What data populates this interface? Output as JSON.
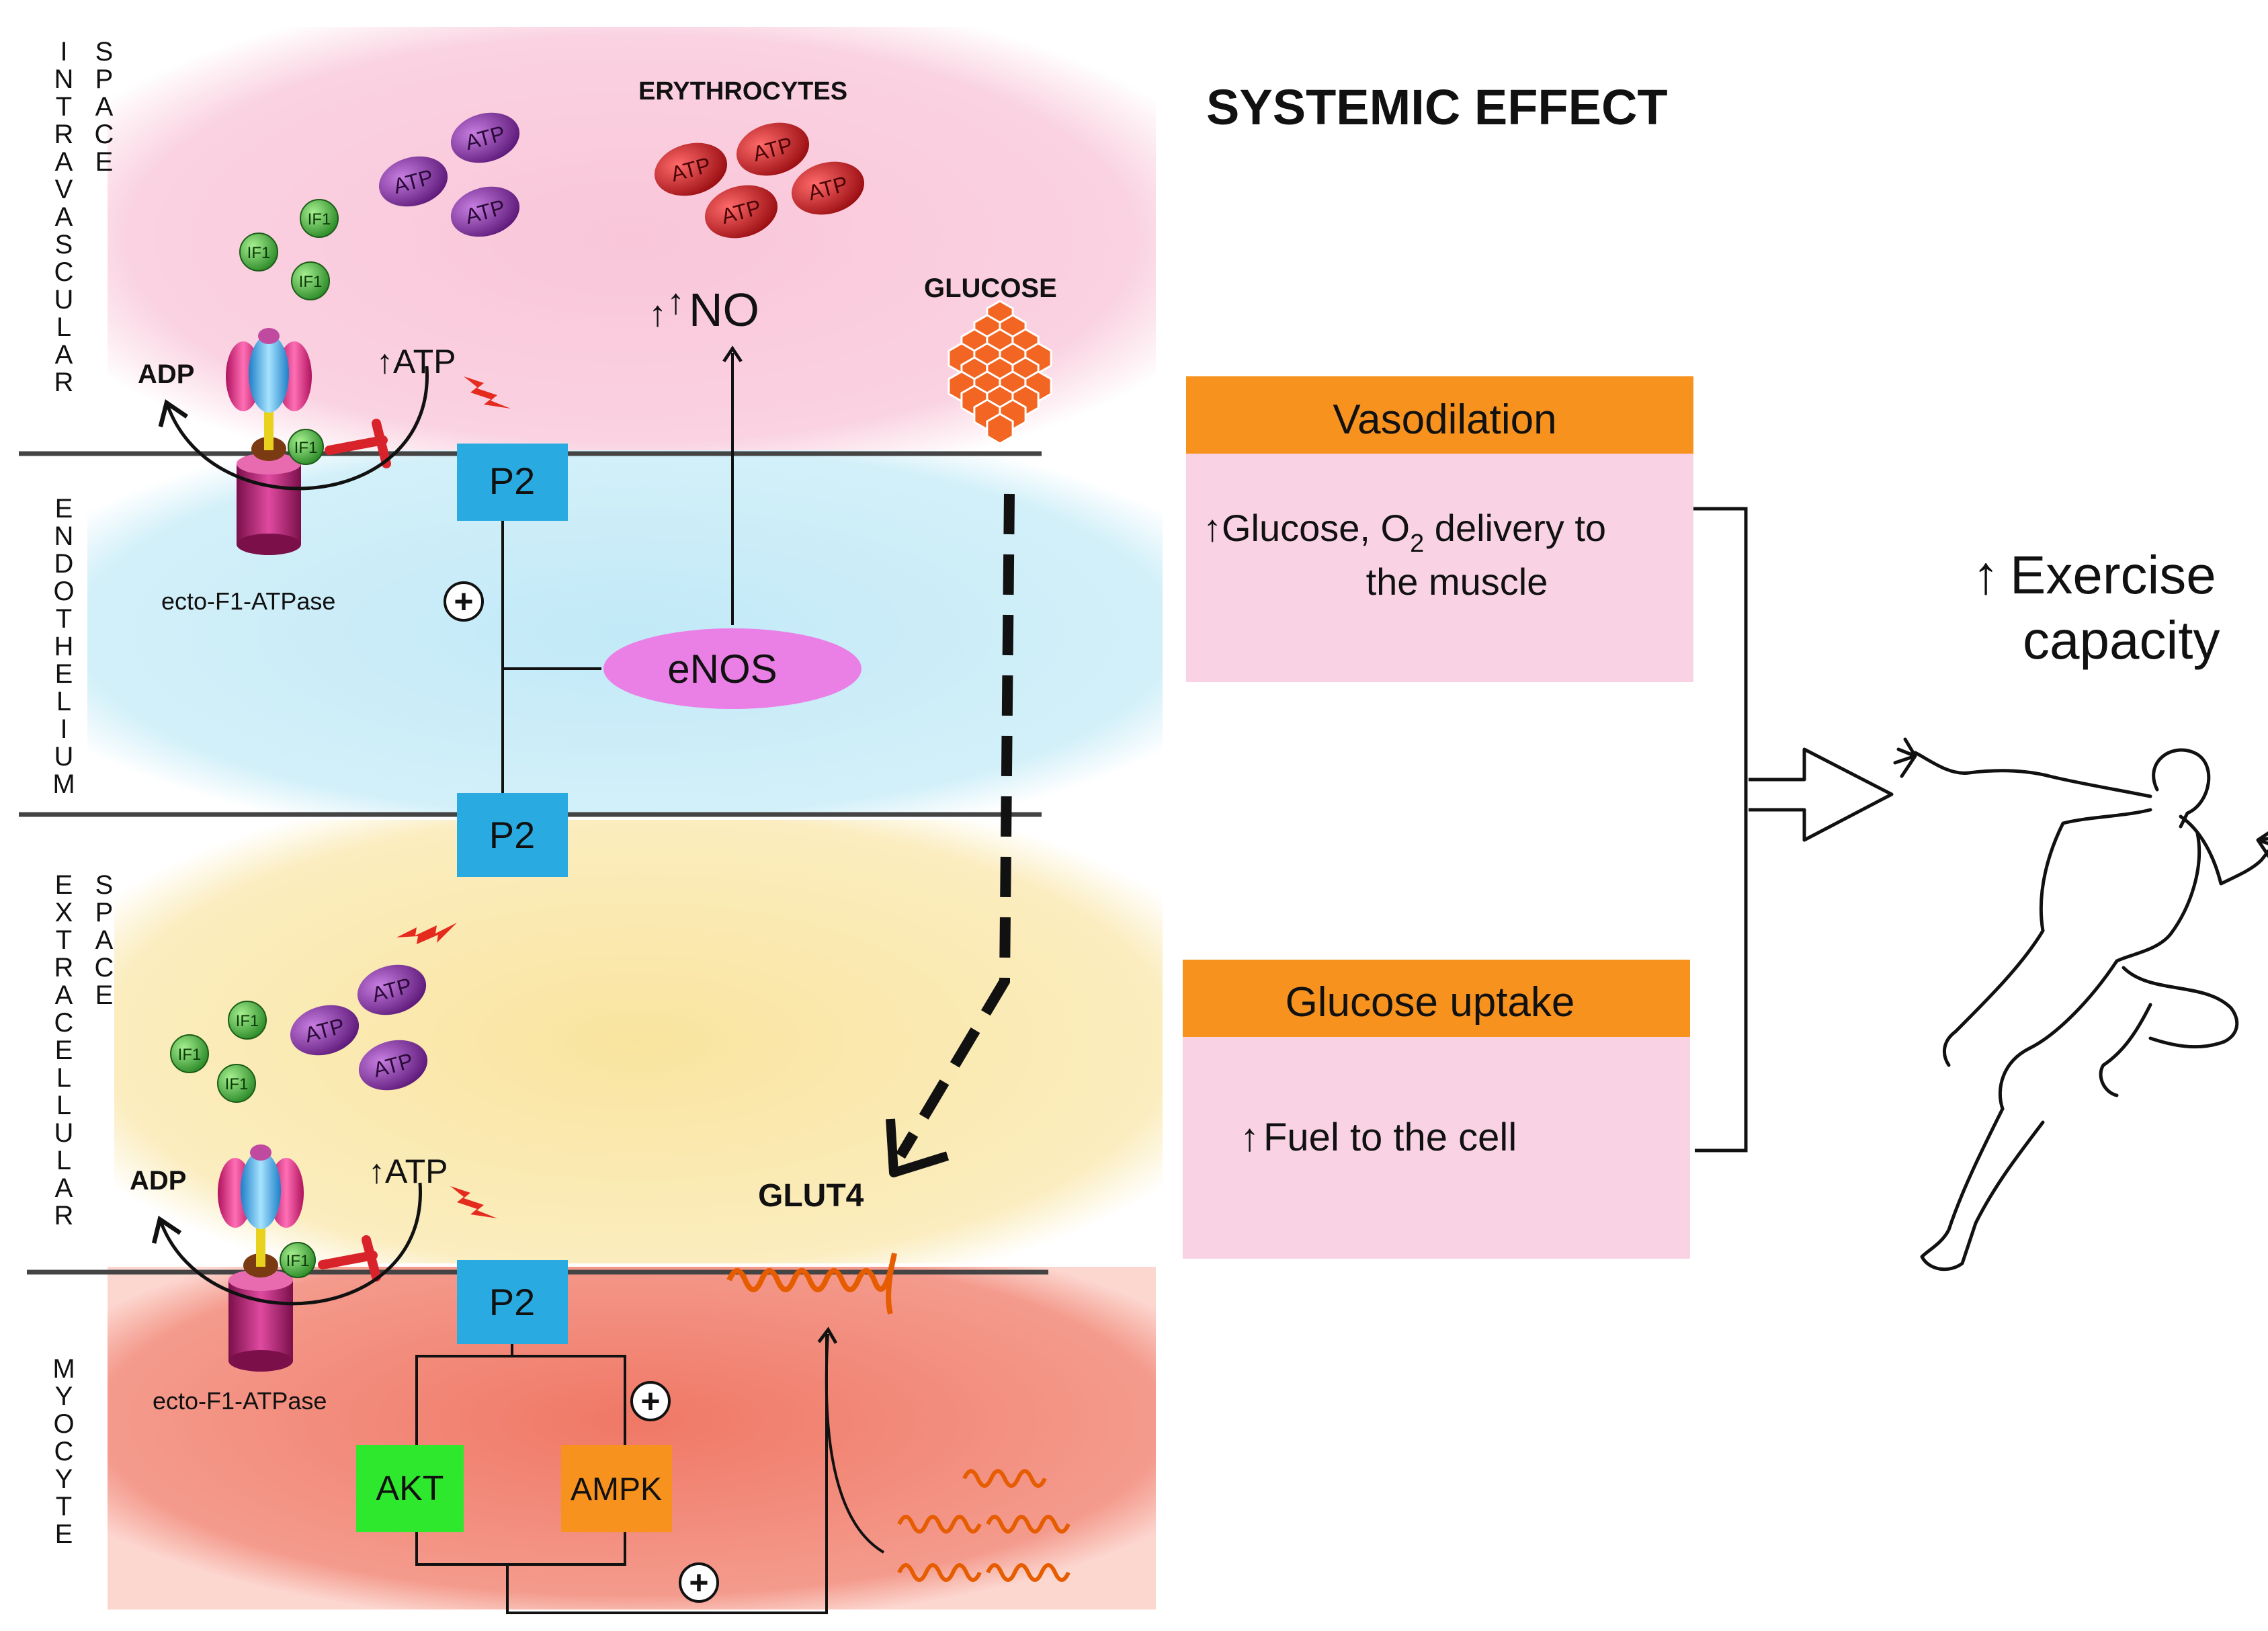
{
  "title": "SYSTEMIC EFFECT",
  "regions": {
    "intravascular": "INTRAVASCULAR SPACE",
    "endothelium": "ENDOTHELIUM",
    "extracellular": "EXTRACELLULAR SPACE",
    "myocyte": "MYOCYTE"
  },
  "labels": {
    "erythrocytes": "ERYTHROCYTES",
    "glucose": "GLUCOSE",
    "no": "NO",
    "adp": "ADP",
    "atp_up": "ATP",
    "atp_token": "ATP",
    "if1_token": "IF1",
    "ecto_f1": "ecto-F1-ATPase",
    "p2": "P2",
    "enos": "eNOS",
    "glut4": "GLUT4",
    "akt": "AKT",
    "ampk": "AMPK",
    "plus": "+",
    "up_arrow": "↑"
  },
  "effects": {
    "vasodilation": {
      "title": "Vasodilation",
      "line1_a": "Glucose, O",
      "line1_sub": "2",
      "line1_b": " delivery to",
      "line2": "the muscle"
    },
    "glucose_uptake": {
      "title": "Glucose uptake",
      "line1": "Fuel to the cell"
    }
  },
  "outcome": {
    "line1": "Exercise",
    "line2": "capacity"
  },
  "colors": {
    "intravascular": "#f9c6d9",
    "endothelium": "#c6eaf6",
    "extracellular": "#f9e6a6",
    "myocyte": "#f07b6a",
    "effect_header": "#f7921e",
    "effect_body": "#f9d3e3",
    "p2": "#29abe2",
    "enos": "#ea80e6",
    "akt": "#2ee82e",
    "ampk": "#f7921e",
    "atp_purple": "#7b2a9c",
    "atp_red": "#c4161c",
    "if1_green": "#3aa832",
    "glucose": "#f26522",
    "inhibit": "#d9232b"
  }
}
